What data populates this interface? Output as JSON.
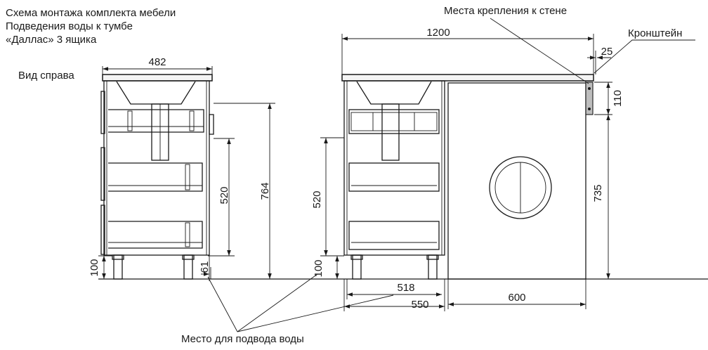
{
  "title": {
    "line1": "Схема монтажа комплекта мебели",
    "line2": "Подведения воды к тумбе",
    "line3": "«Даллас» 3 ящика"
  },
  "labels": {
    "side_view": "Вид справа",
    "wall_mount": "Места крепления к стене",
    "bracket": "Кронштейн",
    "water_supply": "Место для подвода воды"
  },
  "dimensions": {
    "side_depth": "482",
    "side_height": "764",
    "side_water_height": "520",
    "side_leg_height": "100",
    "side_water_offset": "61",
    "total_width": "1200",
    "bracket_offset": "25",
    "bracket_height": "110",
    "front_water_height": "520",
    "front_leg_height": "100",
    "cabinet_inner_width": "518",
    "cabinet_width": "550",
    "washer_width": "600",
    "washer_height": "735"
  }
}
